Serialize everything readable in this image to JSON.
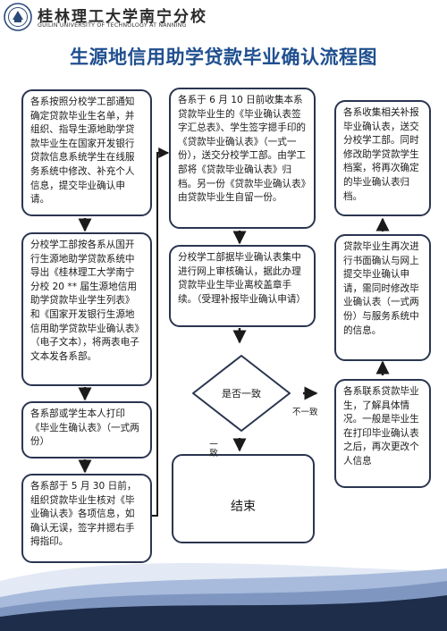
{
  "header": {
    "university_cn": "桂林理工大学南宁分校",
    "university_en": "GUILIN UNIVERSITY OF TECHNOLOGY AT NANNING"
  },
  "title": "生源地信用助学贷款毕业确认流程图",
  "steps": {
    "s1": "各系按照分校学工部通知确定贷款毕业生名单，并组织、指导生源地助学贷款毕业生在国家开发银行贷款信息系统学生在线服务系统中修改、补充个人信息，提交毕业确认申请。",
    "s2": "分校学工部按各系从国开行生源地助学贷款系统中导出《桂林理工大学南宁分校 20 ** 届生源地信用助学贷款毕业学生列表》和《国家开发银行生源地信用助学贷款毕业确认表》（电子文本），将两表电子文本发各系部。",
    "s3": "各系部或学生本人打印《毕业生确认表》（一式两份）",
    "s4": "各系部于 5 月 30 日前，组织贷款毕业生核对《毕业确认表》各项信息，如确认无误，签字并摁右手拇指印。",
    "s5": "各系于 6 月 10 日前收集本系贷款毕业生的《毕业确认表签字汇总表》、学生签字摁手印的《贷款毕业确认表》（一式一份），送交分校学工部。由学工部将《贷款毕业确认表》归档。另一份《贷款毕业确认表》由贷款毕业生自留一份。",
    "s6": "分校学工部据毕业确认表集中进行网上审核确认，据此办理贷款毕业生毕业离校盖章手续。（受理补报毕业确认申请）",
    "decision": "是否一致",
    "end": "结束",
    "s7": "各系联系贷款毕业生，了解具体情况。一般是毕业生在打印毕业确认表之后，再次更改个人信息",
    "s8": "贷款毕业生再次进行书面确认与网上提交毕业确认申请，需同时修改毕业确认表（一式两份）与服务系统中的信息。",
    "s9": "各系收集相关补报毕业确认表，送交分校学工部。同时修改助学贷款学生档案，将再次确定的毕业确认表归档。"
  },
  "labels": {
    "yes": "一致",
    "no": "不一致"
  },
  "colors": {
    "title": "#1f4f8f",
    "border": "#2a3550",
    "footer_dark": "#1e2d4a",
    "footer_light": "#a8bbdc"
  }
}
